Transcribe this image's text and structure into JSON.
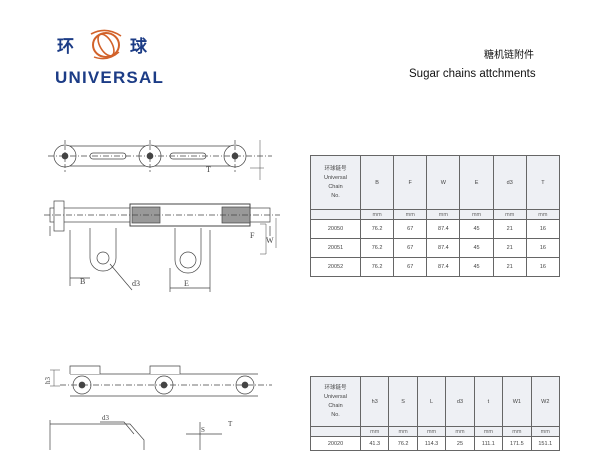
{
  "logo": {
    "cn_left": "环",
    "cn_right": "球",
    "en": "UNIVERSAL",
    "mark_color": "#d2622a",
    "text_color": "#1c3c86"
  },
  "title": {
    "cn": "糖机链附件",
    "en": "Sugar chains attchments"
  },
  "drawing1": {
    "labels": [
      "T",
      "B",
      "d3",
      "E",
      "W",
      "F"
    ]
  },
  "drawing2": {
    "labels": [
      "h3",
      "d3",
      "S",
      "T"
    ]
  },
  "table1": {
    "header": {
      "no_lines": [
        "环球链号",
        "Universal",
        "Chain",
        "No."
      ],
      "columns": [
        "B",
        "F",
        "W",
        "E",
        "d3",
        "T"
      ]
    },
    "units": [
      "mm",
      "mm",
      "mm",
      "mm",
      "mm",
      "mm"
    ],
    "rows": [
      {
        "no": "20050",
        "values": [
          "76.2",
          "67",
          "87.4",
          "45",
          "21",
          "16"
        ]
      },
      {
        "no": "20051",
        "values": [
          "76.2",
          "67",
          "87.4",
          "45",
          "21",
          "16"
        ]
      },
      {
        "no": "20052",
        "values": [
          "76.2",
          "67",
          "87.4",
          "45",
          "21",
          "16"
        ]
      }
    ]
  },
  "table2": {
    "header": {
      "no_lines": [
        "环球链号",
        "Universal",
        "Chain",
        "No."
      ],
      "columns": [
        "h3",
        "S",
        "L",
        "d3",
        "t",
        "W1",
        "W2"
      ]
    },
    "units": [
      "mm",
      "mm",
      "mm",
      "mm",
      "mm",
      "mm",
      "mm"
    ],
    "rows": [
      {
        "no": "20020",
        "values": [
          "41.3",
          "76.2",
          "114.3",
          "25",
          "111.1",
          "171.5",
          "151.1"
        ]
      }
    ]
  }
}
